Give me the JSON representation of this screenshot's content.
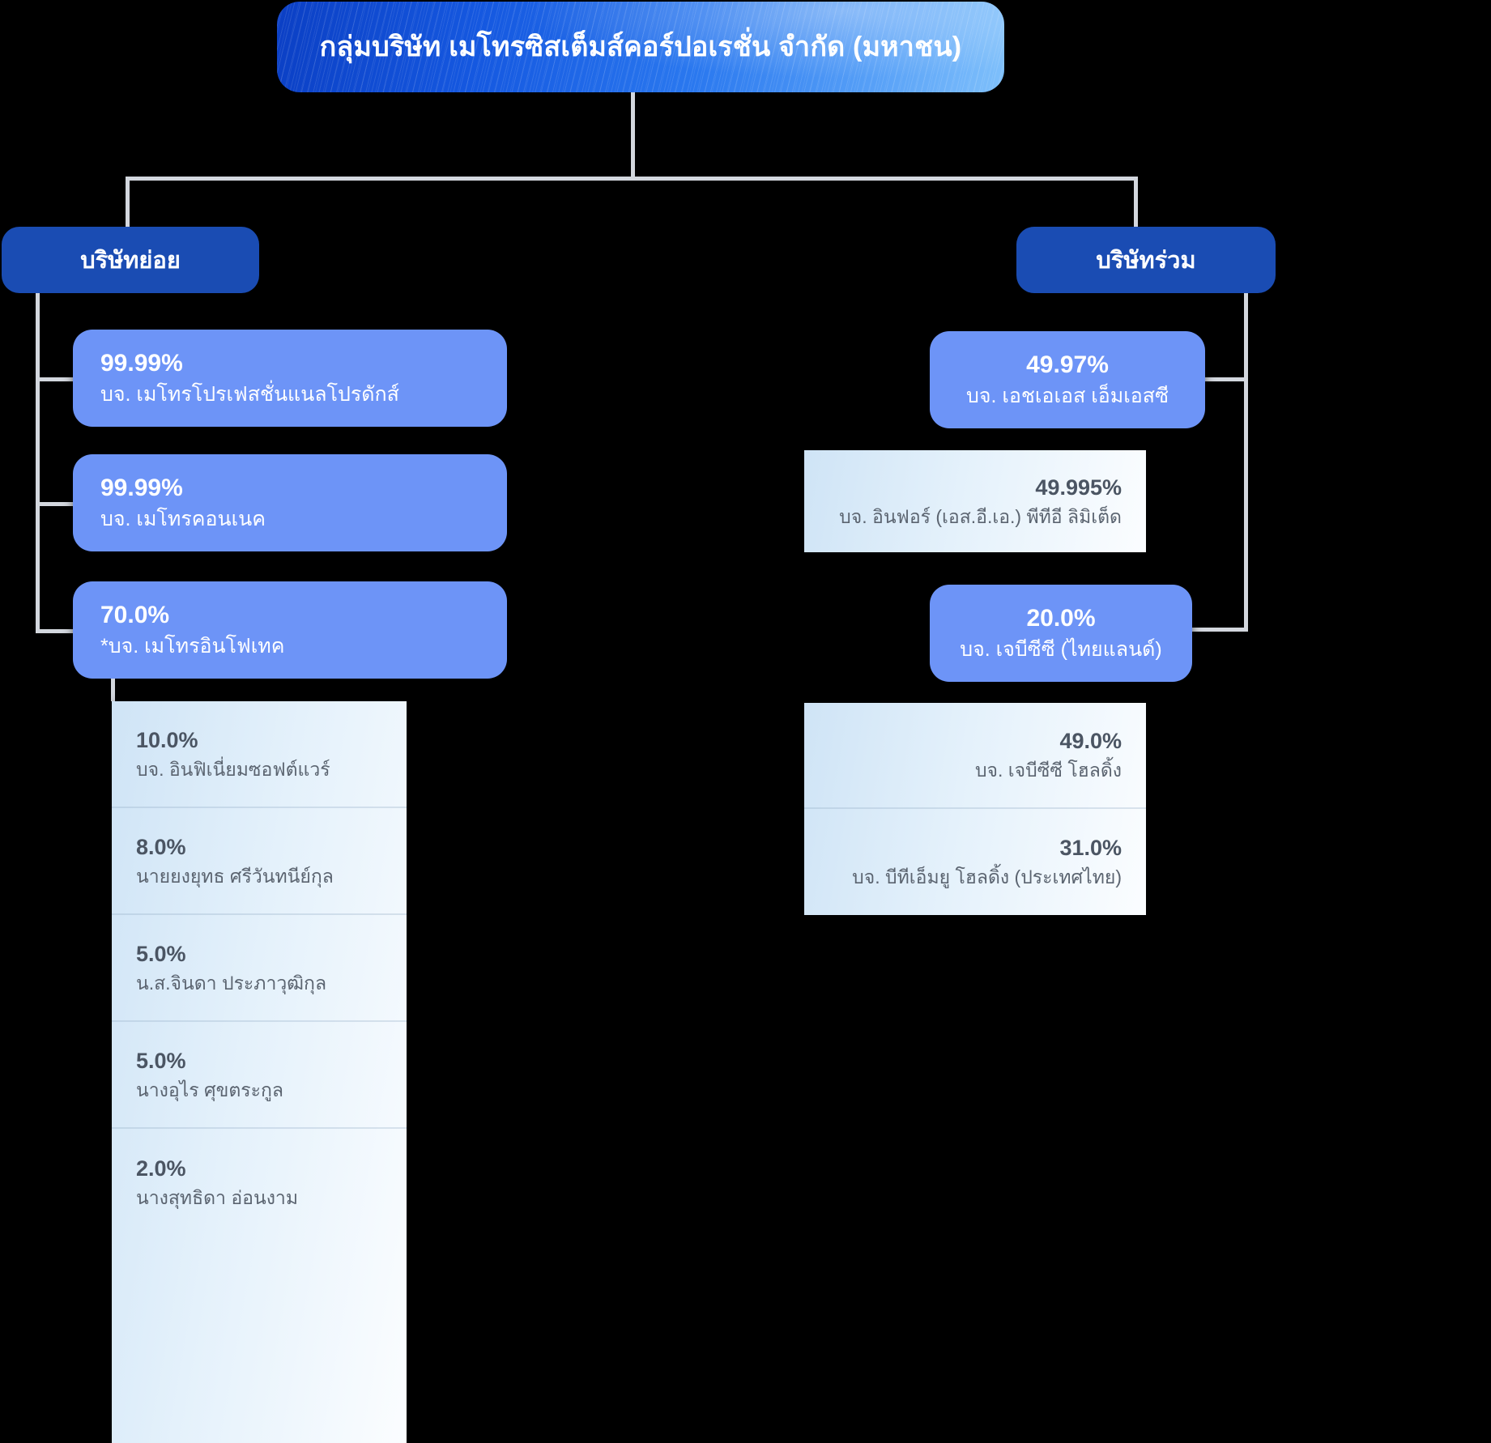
{
  "root": {
    "title": "กลุ่มบริษัท เมโทรซิสเต็มส์คอร์ปอเรชั่น จำกัด (มหาชน)"
  },
  "categories": {
    "subsidiaries_label": "บริษัทย่อย",
    "associates_label": "บริษัทร่วม"
  },
  "colors": {
    "root_gradient_start": "#0b3fc4",
    "root_gradient_end": "#7fc0fb",
    "category_pill": "#1a4cb3",
    "entity_card": "#6d94f7",
    "sublist_tint": "#cfe4f6",
    "connector": "#d3d7de",
    "background": "#000000"
  },
  "subsidiaries": [
    {
      "percent": "99.99%",
      "name": "บจ. เมโทรโปรเฟสชั่นแนลโปรดักส์"
    },
    {
      "percent": "99.99%",
      "name": "บจ. เมโทรคอนเนค"
    },
    {
      "percent": "70.0%",
      "name": "*บจ. เมโทรอินโฟเทค"
    }
  ],
  "infotech_shareholders": [
    {
      "percent": "10.0%",
      "name": "บจ. อินฟิเนี่ยมซอฟต์แวร์"
    },
    {
      "percent": "8.0%",
      "name": "นายยงยุทธ ศรีวันทนีย์กุล"
    },
    {
      "percent": "5.0%",
      "name": "น.ส.จินดา ประภาวุฒิกุล"
    },
    {
      "percent": "5.0%",
      "name": "นางอุไร ศุขตระกูล"
    },
    {
      "percent": "2.0%",
      "name": "นางสุทธิดา อ่อนงาม"
    }
  ],
  "associates": [
    {
      "percent": "49.97%",
      "name": "บจ. เอชเอเอส เอ็มเอสซี"
    },
    {
      "percent": "20.0%",
      "name": "บจ. เจบีซีซี (ไทยแลนด์)"
    }
  ],
  "has_shareholders": [
    {
      "percent": "49.995%",
      "name": "บจ. อินฟอร์ (เอส.อี.เอ.) พีทีอี ลิมิเต็ด"
    }
  ],
  "jbcc_shareholders": [
    {
      "percent": "49.0%",
      "name": "บจ. เจบีซีซี โฮลดิ้ง"
    },
    {
      "percent": "31.0%",
      "name": "บจ. บีทีเอ็มยู โฮลดิ้ง (ประเทศไทย)"
    }
  ]
}
